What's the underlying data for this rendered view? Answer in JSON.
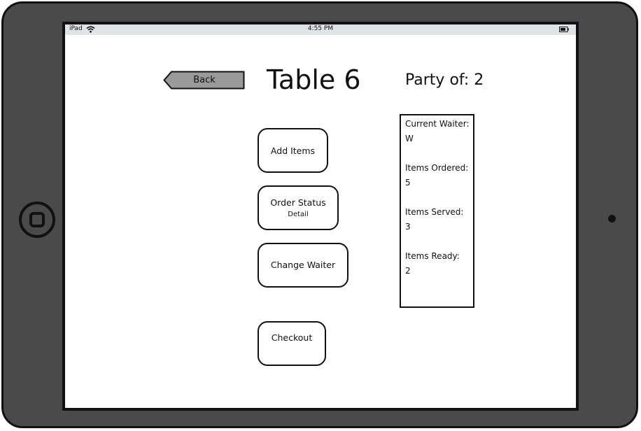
{
  "status_bar": {
    "device": "iPad",
    "time": "4:55 PM",
    "wifi_icon": "wifi-icon",
    "battery_icon": "battery-icon"
  },
  "header": {
    "back_label": "Back",
    "title": "Table 6",
    "party": "Party of: 2"
  },
  "actions": {
    "add_items": "Add Items",
    "order_status": "Order Status",
    "order_status_sub": "Detail",
    "change_waiter": "Change Waiter",
    "checkout": "Checkout"
  },
  "info": {
    "current_waiter_label": "Current Waiter:",
    "current_waiter_value": "W",
    "items_ordered_label": "Items Ordered:",
    "items_ordered_value": "5",
    "items_served_label": "Items Served:",
    "items_served_value": "3",
    "items_ready_label": "Items Ready:",
    "items_ready_value": "2"
  },
  "colors": {
    "device_frame": "#4a4a4a",
    "status_bar": "#dfe4e6",
    "back_button_fill": "#9a9a9a",
    "ink": "#111111"
  }
}
